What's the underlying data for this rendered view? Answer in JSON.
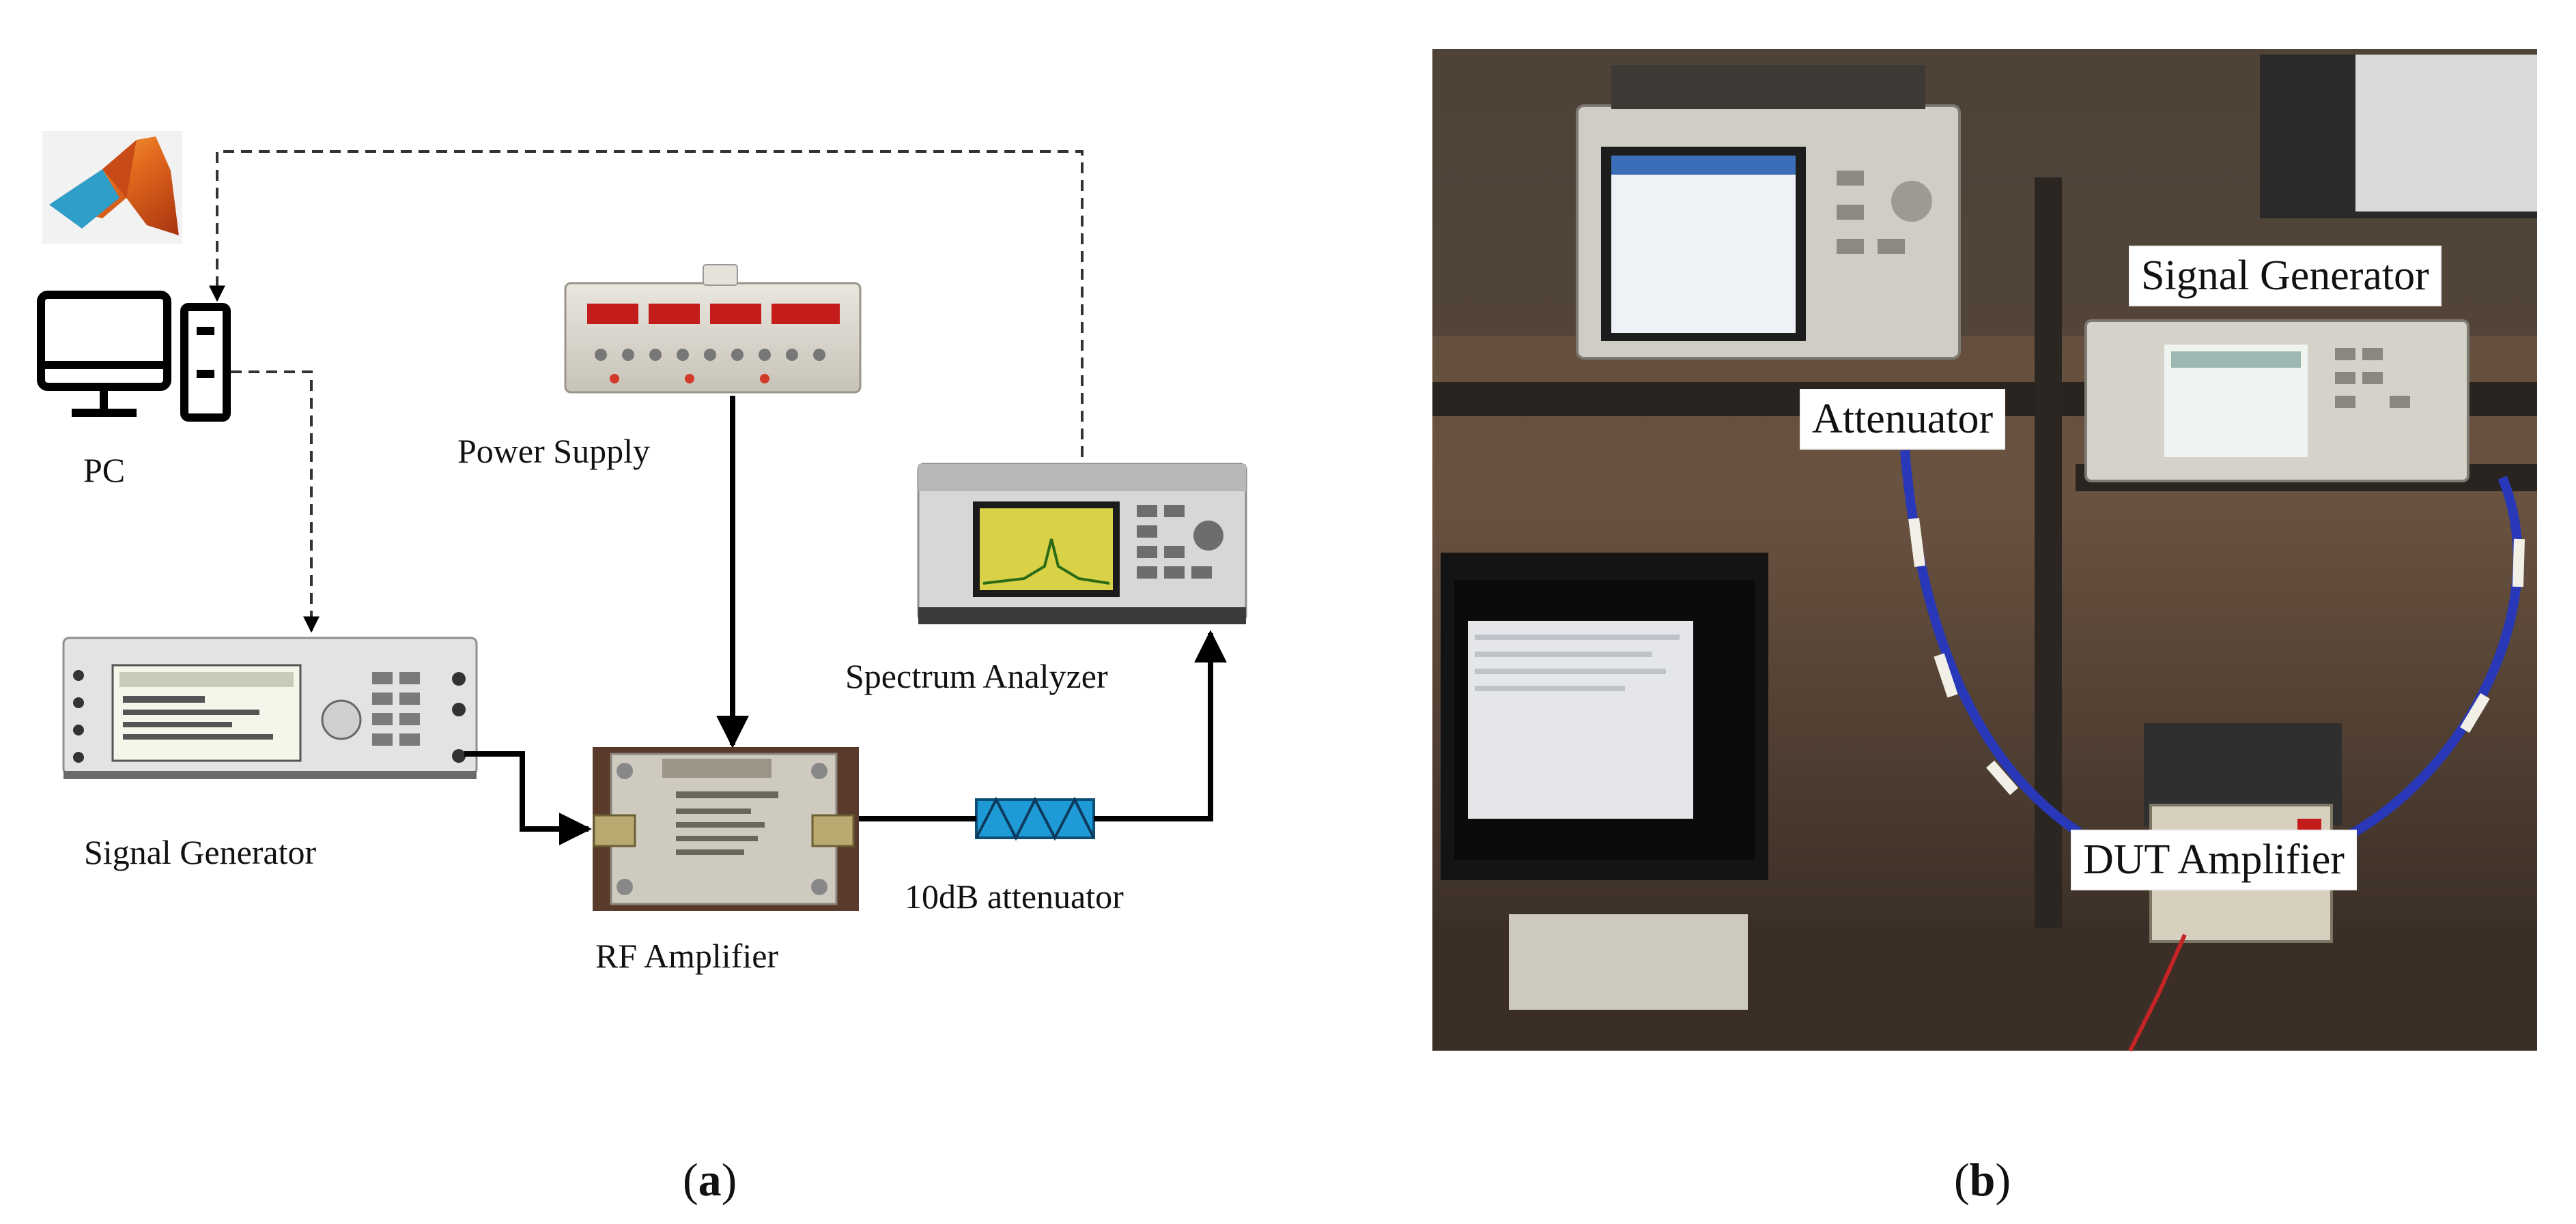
{
  "panel_a": {
    "labels": {
      "pc": "PC",
      "power_supply": "Power Supply",
      "spectrum_analyzer": "Spectrum Analyzer",
      "signal_generator": "Signal Generator",
      "rf_amplifier": "RF Amplifier",
      "attenuator": "10dB attenuator"
    },
    "caption": "a"
  },
  "panel_b": {
    "tags": {
      "signal_generator": "Signal Generator",
      "attenuator": "Attenuator",
      "dut_amplifier": "DUT Amplifier"
    },
    "caption": "b"
  },
  "colors": {
    "attenuator_fill": "#1e9bd7",
    "matlab_orange": "#e2691d",
    "matlab_blue": "#2f9ec9",
    "cable_blue": "#2838b8",
    "photo_bg": "#4a3a2c"
  }
}
